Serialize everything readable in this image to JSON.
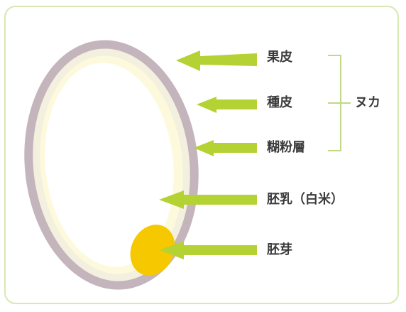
{
  "diagram": {
    "labels": {
      "pericarp": "果皮",
      "seed_coat": "種皮",
      "aleurone": "糊粉層",
      "endosperm": "胚乳（白米）",
      "germ": "胚芽",
      "bran": "ヌカ"
    },
    "colors": {
      "frame_border": "#d8e8b0",
      "outer_layer": "#c4b4bc",
      "inner_layer": "#fdf8d8",
      "endosperm": "#ffffff",
      "germ": "#f5c800",
      "arrow": "#b4d233",
      "bracket": "#c0d888",
      "text": "#3a3a3a"
    }
  }
}
